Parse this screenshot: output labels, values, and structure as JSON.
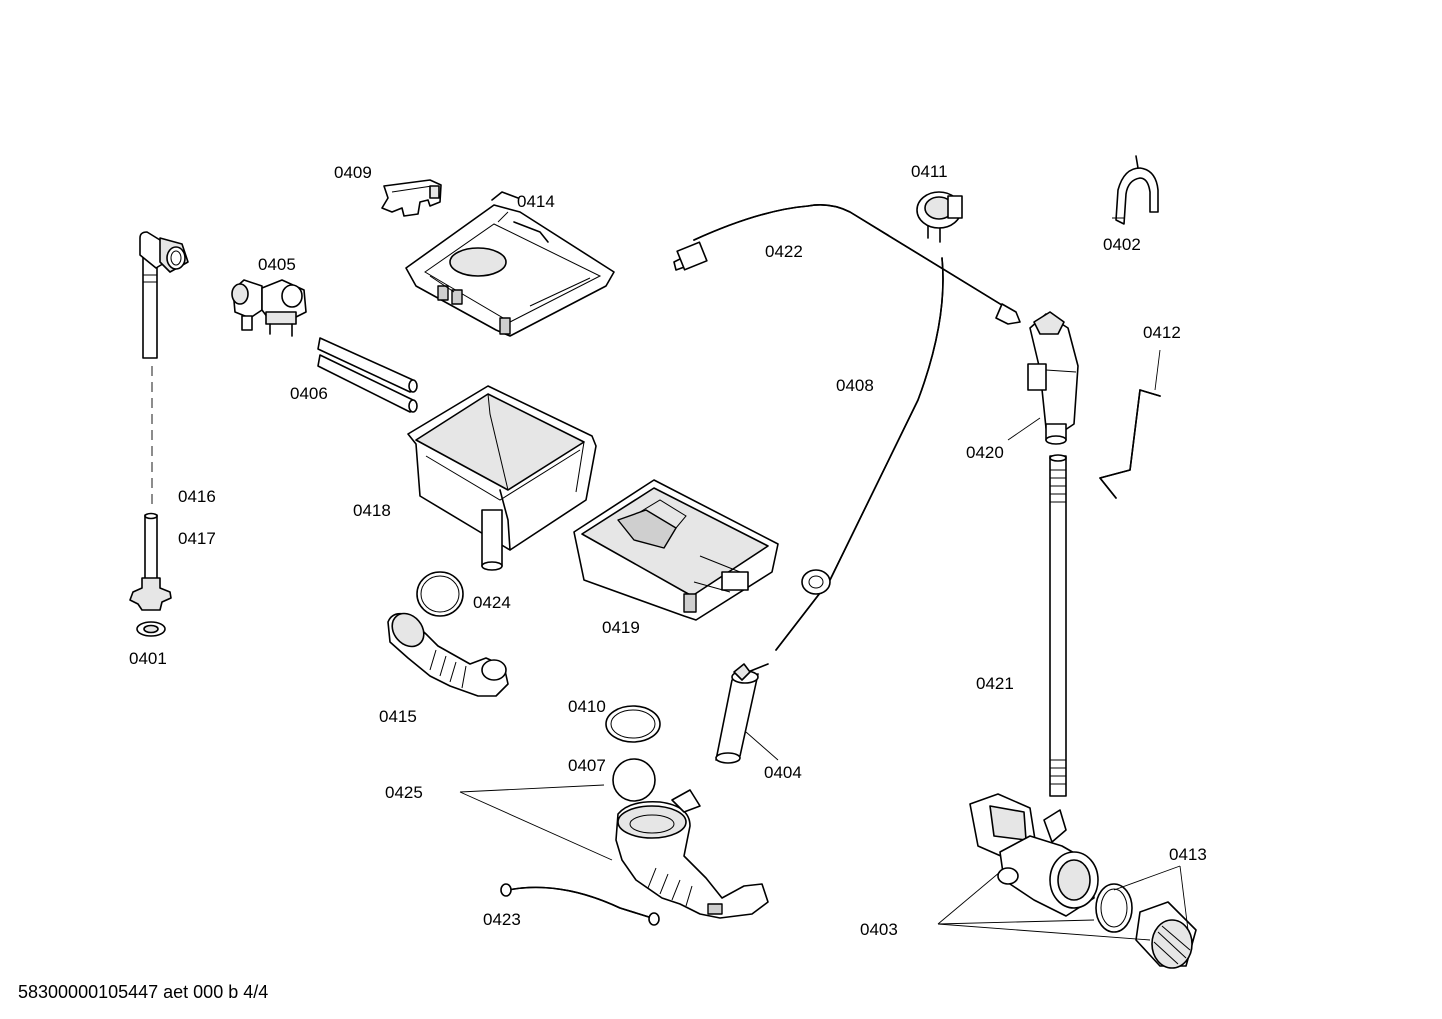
{
  "parts": [
    {
      "id": "p0401",
      "number": "0401"
    },
    {
      "id": "p0402",
      "number": "0402"
    },
    {
      "id": "p0403",
      "number": "0403"
    },
    {
      "id": "p0404",
      "number": "0404"
    },
    {
      "id": "p0405",
      "number": "0405"
    },
    {
      "id": "p0406",
      "number": "0406"
    },
    {
      "id": "p0407",
      "number": "0407"
    },
    {
      "id": "p0408",
      "number": "0408"
    },
    {
      "id": "p0409",
      "number": "0409"
    },
    {
      "id": "p0410",
      "number": "0410"
    },
    {
      "id": "p0411",
      "number": "0411"
    },
    {
      "id": "p0412",
      "number": "0412"
    },
    {
      "id": "p0413",
      "number": "0413"
    },
    {
      "id": "p0414",
      "number": "0414"
    },
    {
      "id": "p0415",
      "number": "0415"
    },
    {
      "id": "p0416",
      "number": "0416"
    },
    {
      "id": "p0417",
      "number": "0417"
    },
    {
      "id": "p0418",
      "number": "0418"
    },
    {
      "id": "p0419",
      "number": "0419"
    },
    {
      "id": "p0420",
      "number": "0420"
    },
    {
      "id": "p0421",
      "number": "0421"
    },
    {
      "id": "p0422",
      "number": "0422"
    },
    {
      "id": "p0423",
      "number": "0423"
    },
    {
      "id": "p0424",
      "number": "0424"
    },
    {
      "id": "p0425",
      "number": "0425"
    }
  ],
  "footer": "58300000105447 aet 000 b 4/4"
}
